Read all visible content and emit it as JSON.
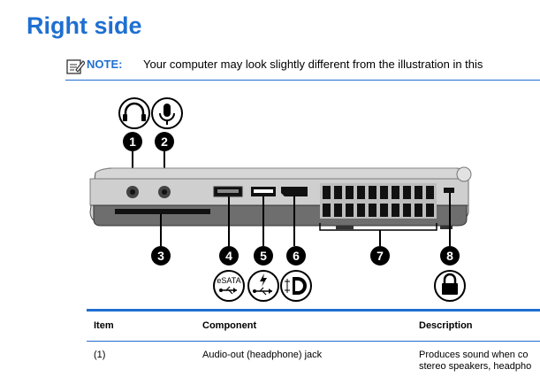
{
  "page": {
    "title": "Right side",
    "note_label": "NOTE:",
    "note_text": "Your computer may look slightly different from the illustration in this"
  },
  "figure": {
    "callouts": [
      "1",
      "2",
      "3",
      "4",
      "5",
      "6",
      "7",
      "8"
    ],
    "esata_label": "eSATA",
    "icons": [
      "headphone-icon",
      "microphone-icon",
      "esata-icon",
      "usb-charging-icon",
      "displayport-icon",
      "lock-icon"
    ]
  },
  "table": {
    "headers": [
      "Item",
      "Component",
      "Description"
    ],
    "rows": [
      {
        "item": "(1)",
        "component": "Audio-out (headphone) jack",
        "description_line1": "Produces sound when co",
        "description_line2": "stereo speakers, headpho"
      }
    ]
  },
  "colors": {
    "accent": "#1f6fd1"
  }
}
